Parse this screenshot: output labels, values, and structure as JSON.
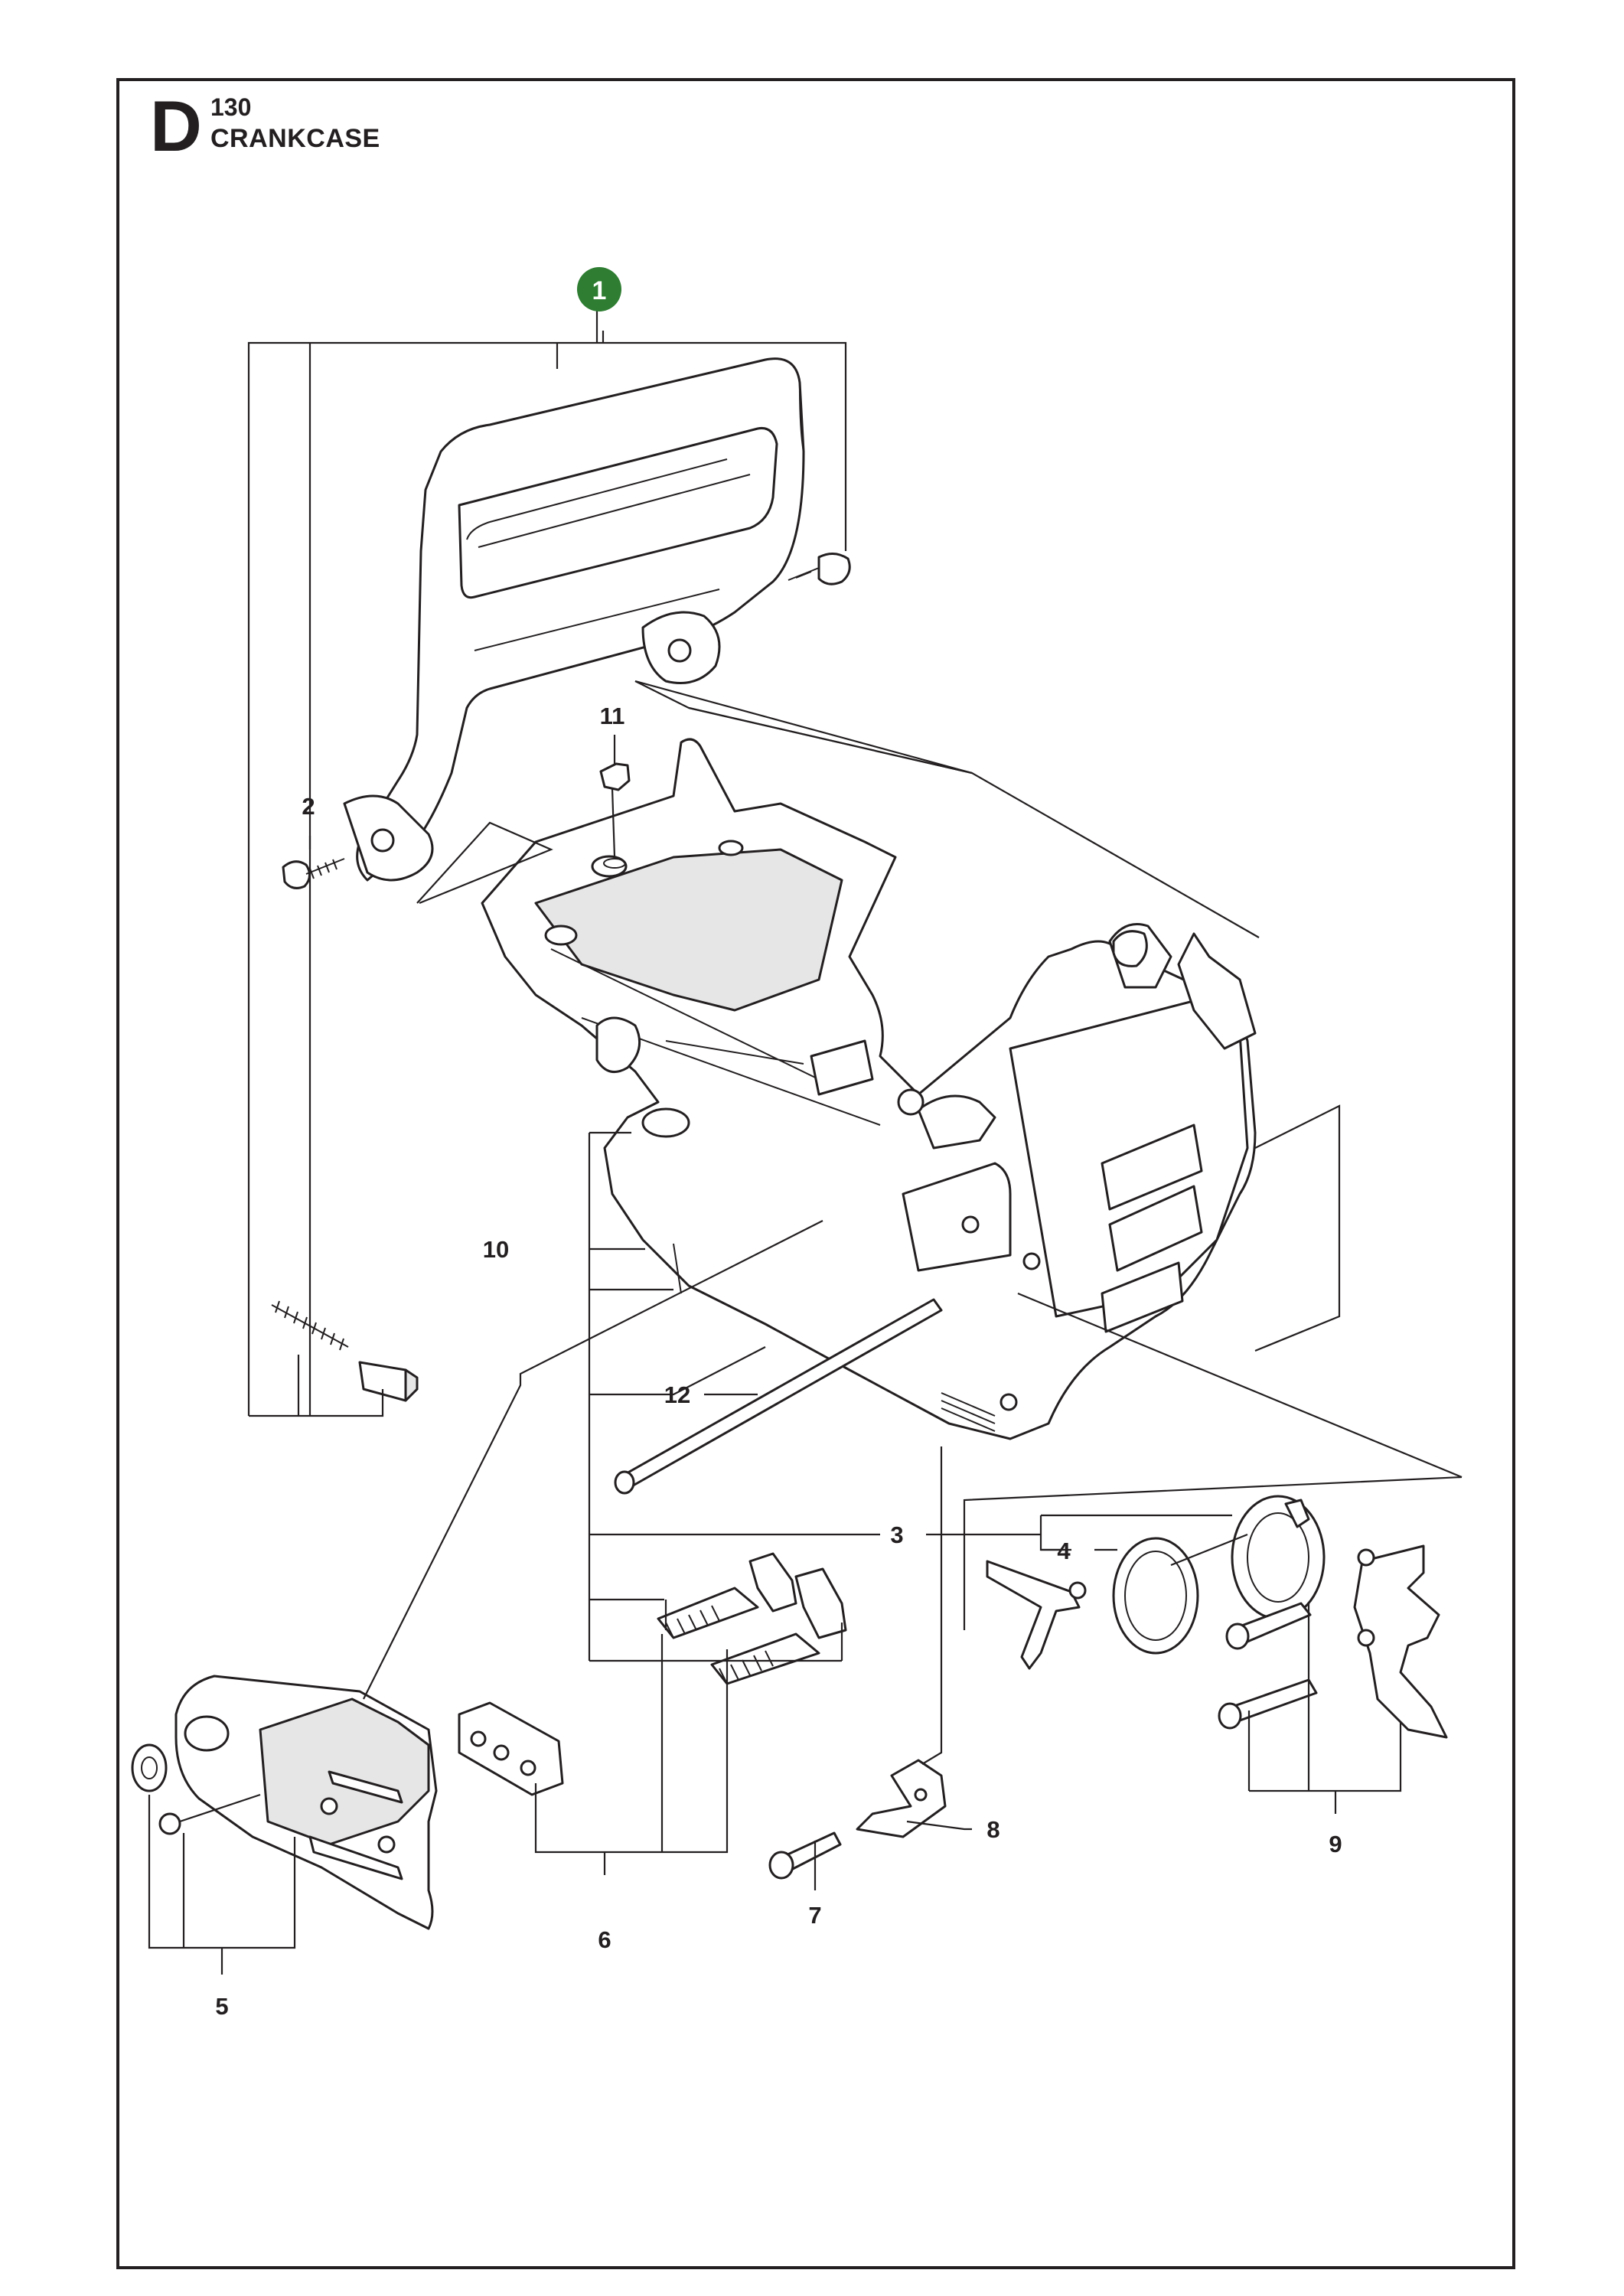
{
  "header": {
    "section_letter": "D",
    "section_number": "130",
    "section_title": "CRANKCASE"
  },
  "callouts": {
    "c1": "1",
    "c2": "2",
    "c3": "3",
    "c4": "4",
    "c5": "5",
    "c6": "6",
    "c7": "7",
    "c8": "8",
    "c9": "9",
    "c10": "10",
    "c11": "11",
    "c12": "12"
  },
  "colors": {
    "highlight_badge": "#2e7d32",
    "line": "#231f20"
  }
}
